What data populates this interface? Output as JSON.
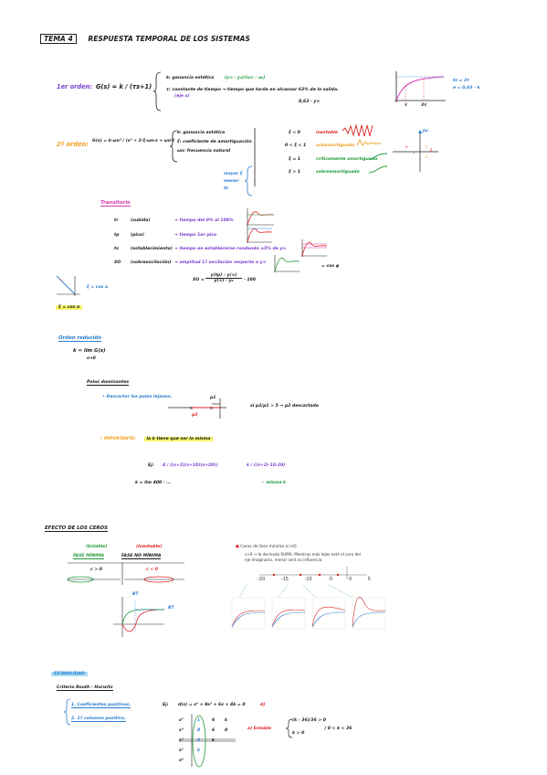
{
  "header": {
    "tema": "TEMA 4",
    "title": "RESPUESTA TEMPORAL DE LOS SISTEMAS"
  },
  "first_order": {
    "label": "1er orden:",
    "formula": "G(s) = k / (τs+1)",
    "k_note": "k: ganancia estática",
    "k_formula": "(y∞ - y₀)/(u∞ - u₀)",
    "tau_note": "τ: constante de tiempo → tiempo que tarda en alcanzar 63% de la salida.",
    "tau_sub": "(eje x)",
    "tau_value": "0,63 · y∞",
    "plot_ts": "ts = 3τ",
    "plot_e": "e = 0,63 · k",
    "plot_tick_tau": "τ",
    "plot_tick_3tau": "3τ"
  },
  "second_order": {
    "label": "2º orden:",
    "formula": "G(s) = k·ωn² / (s² + 2·ξ·ωn·s + ωn²)",
    "k_note": "k: ganancia estática",
    "xi_note": "ξ: coeficiente de amortiguación",
    "wn_note": "ωn: frecuencia natural",
    "cases": [
      {
        "cond": "ξ < 0",
        "desc": "inestable"
      },
      {
        "cond": "0 < ξ < 1",
        "desc": "subamortiguado"
      },
      {
        "cond": "ξ = 1",
        "desc": "críticamente amortiguado"
      },
      {
        "cond": "ξ > 1",
        "desc": "sobreamortiguado"
      }
    ],
    "side_note": "mayor ξ menor ts",
    "plane_label": "jω"
  },
  "transitorio": {
    "title": "Transitorio",
    "rows": [
      {
        "sym": "tr",
        "name": "(subida)",
        "desc": "tiempo del 0% al 100%"
      },
      {
        "sym": "tp",
        "name": "(pico)",
        "desc": "tiempo 1er pico"
      },
      {
        "sym": "ts",
        "name": "(establecimiento)",
        "desc": "tiempo en establecerse rondando ±5% de y∞"
      },
      {
        "sym": "SO",
        "name": "(sobreoscilación)",
        "desc": "amplitud 1ª oscilación respecto a y∞"
      }
    ],
    "so_formula_lhs": "SO =",
    "so_formula_num": "y(tp) - y(∞)",
    "so_formula_den": "y(∞) - y₀",
    "so_formula_tail": "· 100",
    "side_formula": "= cos φ",
    "side_eq": "ξ = cos α",
    "xi_box": "ξ = cos α"
  },
  "dominant": {
    "title": "Orden reducido",
    "k_formula": "k = lim G(s)",
    "k_lim": "s→0",
    "poles_title": "Polos dominantes",
    "bullet": "Descartar los polos lejanos.",
    "p1": "p1",
    "p2": "p2",
    "ratio_rule": "si p2/p1 > 5 → p2 descartado",
    "important": "! IMPORTANTE:",
    "important_text": "la k tiene que ser la misma",
    "ex_label": "Ej:",
    "ex_lhs": "4 / ((s+2)(s+10)(s+20))",
    "ex_rhs": "k / ((s+2)·10·20)",
    "ex_k": "k = lim 400 · ...",
    "ex_check": "✓ misma k"
  },
  "zeros": {
    "title": "EFECTO DE LOS CEROS",
    "stable": "(Estable)",
    "unstable": "(Inestable)",
    "min_phase": "FASE MÍNIMA",
    "non_min_phase": "FASE NO MÍNIMA",
    "c_pos": "c > 0",
    "c_neg": "c < 0",
    "legend": "Ceros de fase mínima (c>0)",
    "description": "c>0 → la derivada SUMA. Mientras más lejos esté el cero del eje imaginario, menor será su influencia",
    "axis_ticks": [
      "-20",
      "-15",
      "-10",
      "-5",
      "0",
      "5"
    ],
    "step_label": "BT",
    "step_label2": "BT"
  },
  "stability": {
    "title": "ESTABILIDAD",
    "criterion": "Criterio Routh - Hurwitz",
    "item1": "1. Coeficientes positivos.",
    "item2": "2. 1ª columna positiva.",
    "ex_label": "Ej:",
    "ex_poly": "d(s) = s⁴ + 8s³ + 6s + 4k = 0",
    "row_labels": [
      "s⁴",
      "s³",
      "s²",
      "s¹",
      "s⁰"
    ],
    "table": [
      [
        "1",
        "6",
        "k"
      ],
      [
        "8",
        "6",
        "0"
      ],
      [
        "6",
        "k",
        ""
      ],
      [
        "",
        "",
        ""
      ],
      [
        "k",
        "",
        ""
      ]
    ],
    "result_a": "a) Estable",
    "result_cond1": "(k - 36)/36 > 0",
    "result_cond2": "k > 0",
    "result_final": "0 < k < 36"
  }
}
